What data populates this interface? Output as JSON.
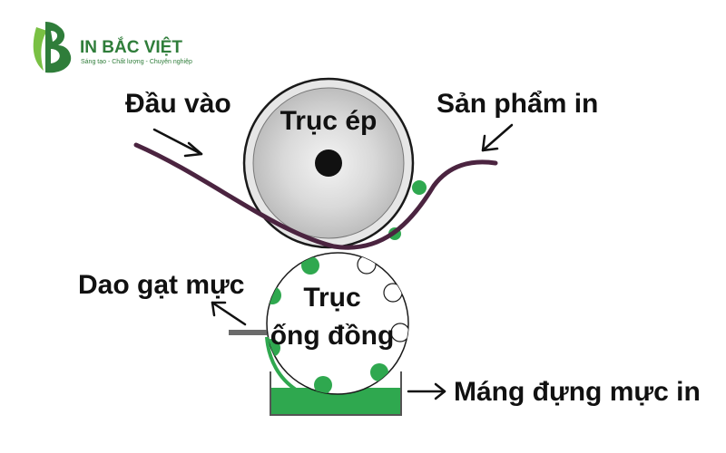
{
  "logo": {
    "name": "IN BẮC VIỆT",
    "tagline": "Sáng tạo - Chất lượng - Chuyên nghiệp"
  },
  "labels": {
    "input": "Đầu vào",
    "output": "Sản phẩm in",
    "impression_roller": "Trục ép",
    "copper_roller_line1": "Trục",
    "copper_roller_line2": "ống đồng",
    "doctor_blade": "Dao gạt mực",
    "ink_tray": "Máng đựng mực in"
  },
  "colors": {
    "ink": "#2fa84f",
    "paper": "#4b2440",
    "roller_border": "#1a1a1a",
    "logo_green": "#2f7d3a",
    "logo_light_green": "#79c043"
  }
}
